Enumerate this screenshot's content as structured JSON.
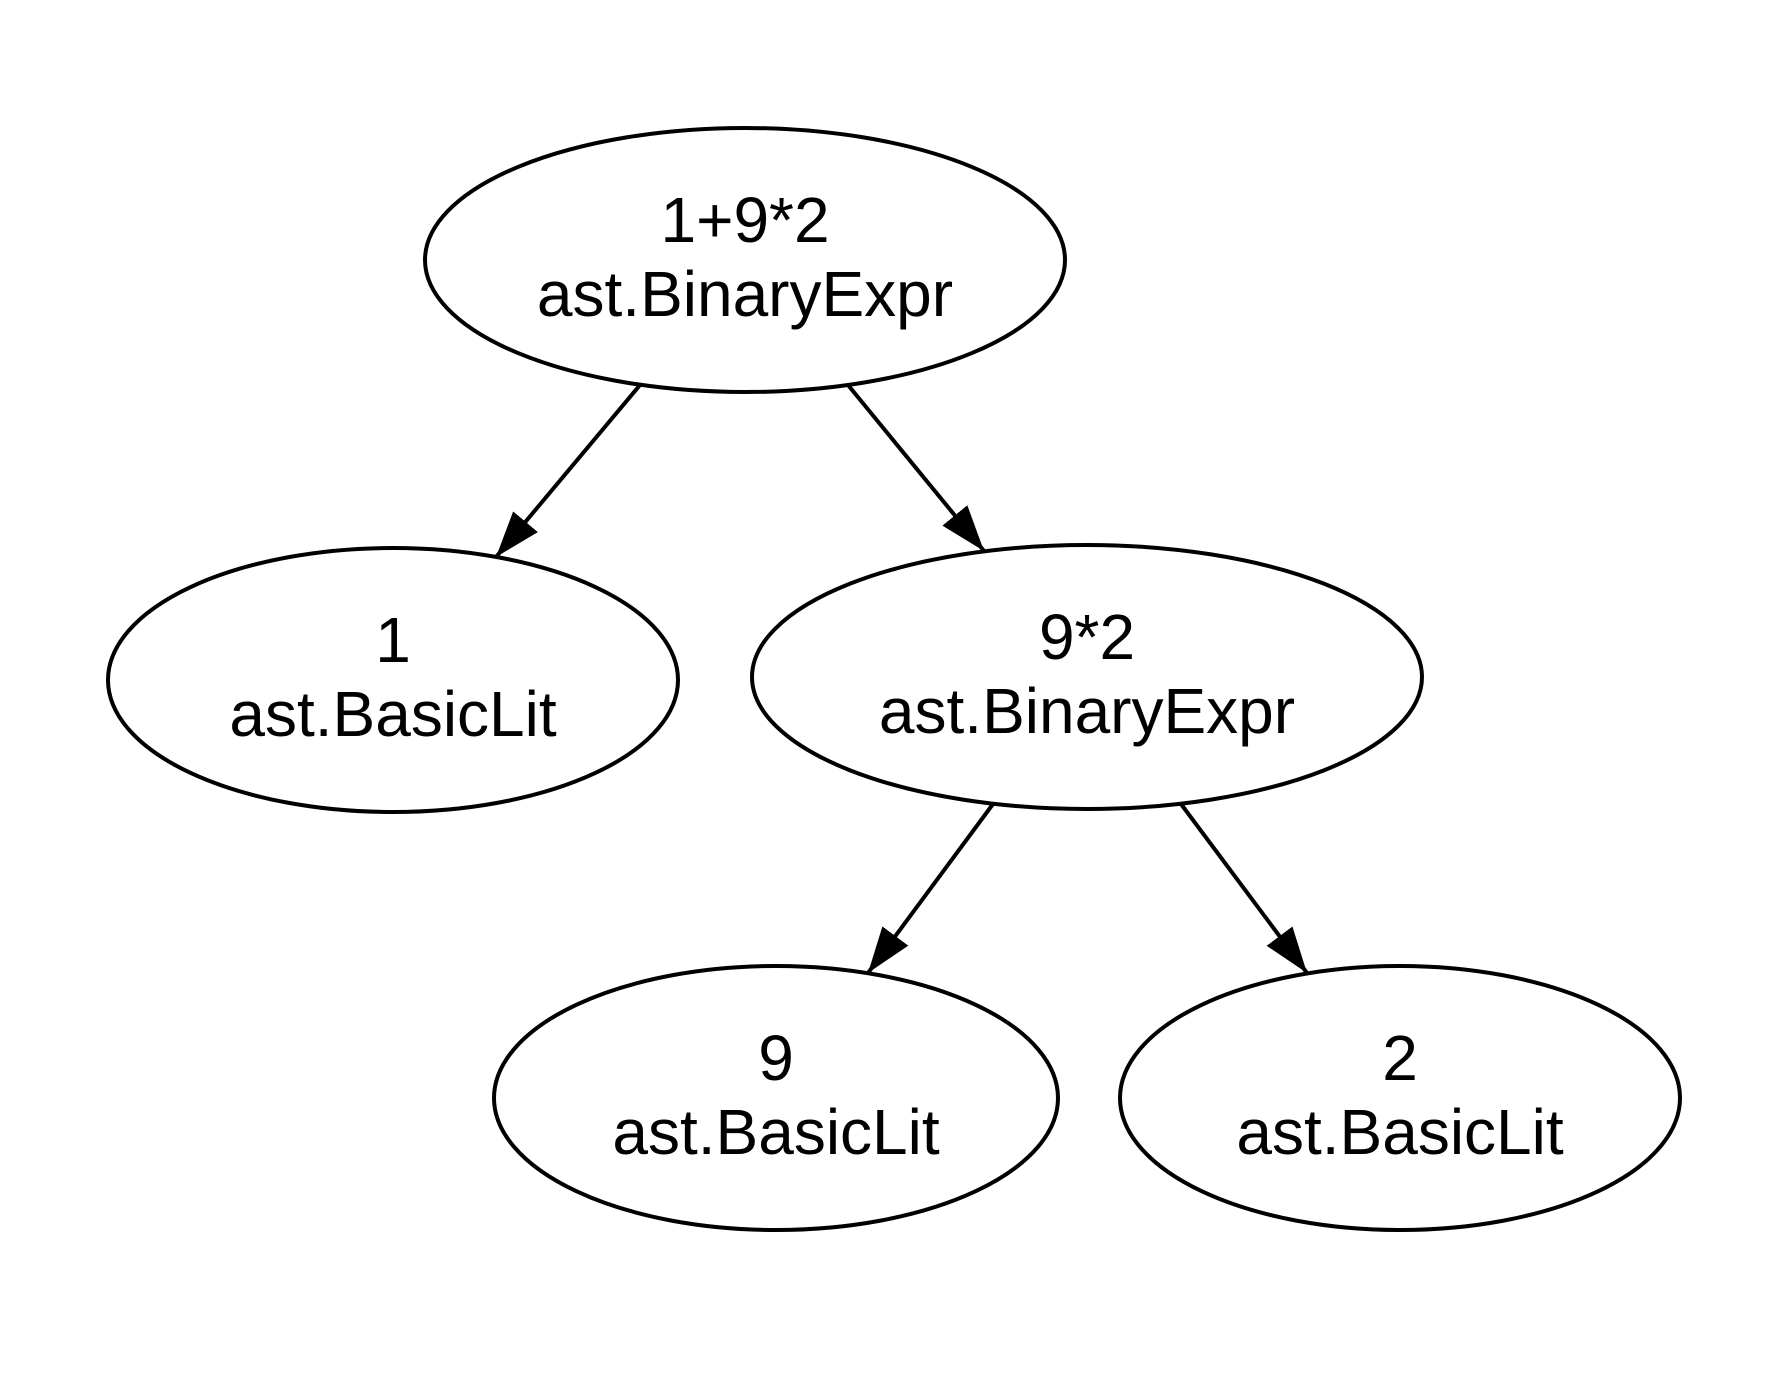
{
  "diagram": {
    "kind": "ast-tree-graph",
    "colors": {
      "stroke": "#000000",
      "text": "#000000",
      "node_fill": "#ffffff",
      "background": "#ffffff"
    },
    "nodes": [
      {
        "id": "root",
        "expr": "1+9*2",
        "type": "ast.BinaryExpr"
      },
      {
        "id": "left-child",
        "expr": "1",
        "type": "ast.BasicLit"
      },
      {
        "id": "right-child",
        "expr": "9*2",
        "type": "ast.BinaryExpr"
      },
      {
        "id": "grand-left",
        "expr": "9",
        "type": "ast.BasicLit"
      },
      {
        "id": "grand-right",
        "expr": "2",
        "type": "ast.BasicLit"
      }
    ],
    "edges": [
      {
        "from": "root",
        "to": "left-child"
      },
      {
        "from": "root",
        "to": "right-child"
      },
      {
        "from": "right-child",
        "to": "grand-left"
      },
      {
        "from": "right-child",
        "to": "grand-right"
      }
    ]
  }
}
